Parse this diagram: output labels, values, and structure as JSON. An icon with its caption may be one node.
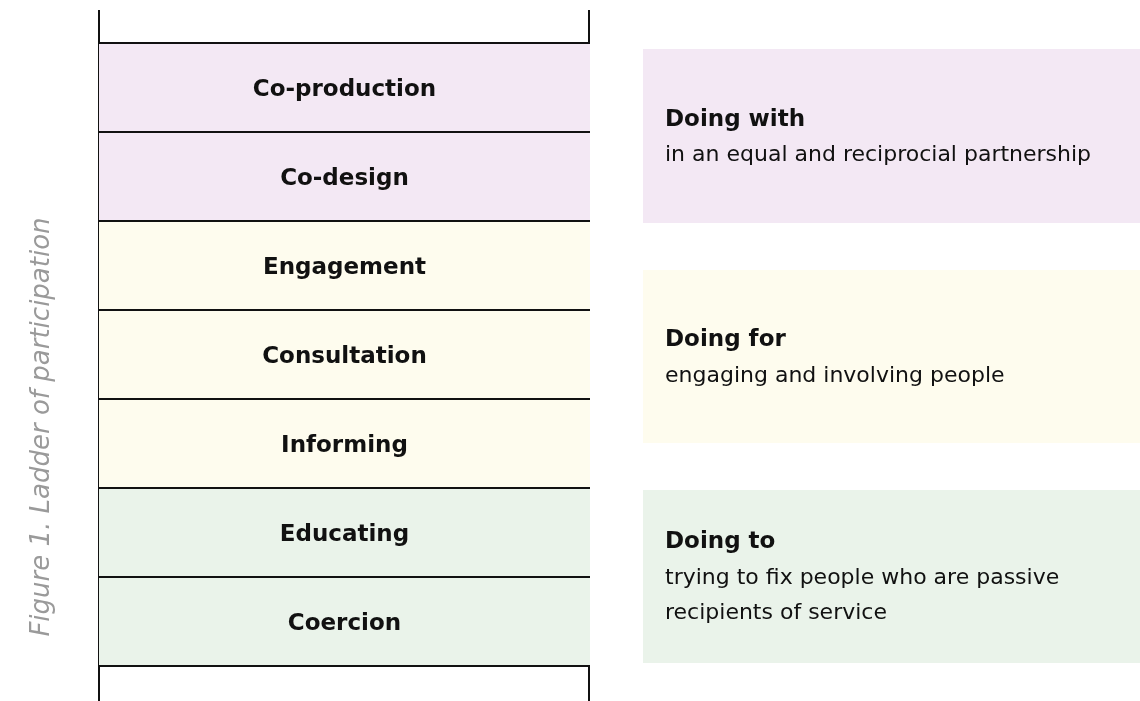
{
  "diagram": {
    "caption": "Figure 1. Ladder of participation",
    "nodes": [
      {
        "text": [
          "Co-production"
        ]
      },
      {
        "text": [
          "Co-design"
        ]
      },
      {
        "text": [
          "Engagement"
        ]
      },
      {
        "text": [
          "Consultation"
        ]
      },
      {
        "text": [
          "Informing"
        ]
      },
      {
        "text": [
          "Educating"
        ]
      },
      {
        "text": [
          "Coercion"
        ]
      },
      {
        "text": [
          "Doing with",
          "in an equal and reciprocial partnership"
        ]
      },
      {
        "text": [
          "Doing for",
          "engaging and involving people"
        ]
      },
      {
        "text": [
          "Doing to",
          "trying to fix people who are passive recipients of service"
        ]
      }
    ]
  }
}
